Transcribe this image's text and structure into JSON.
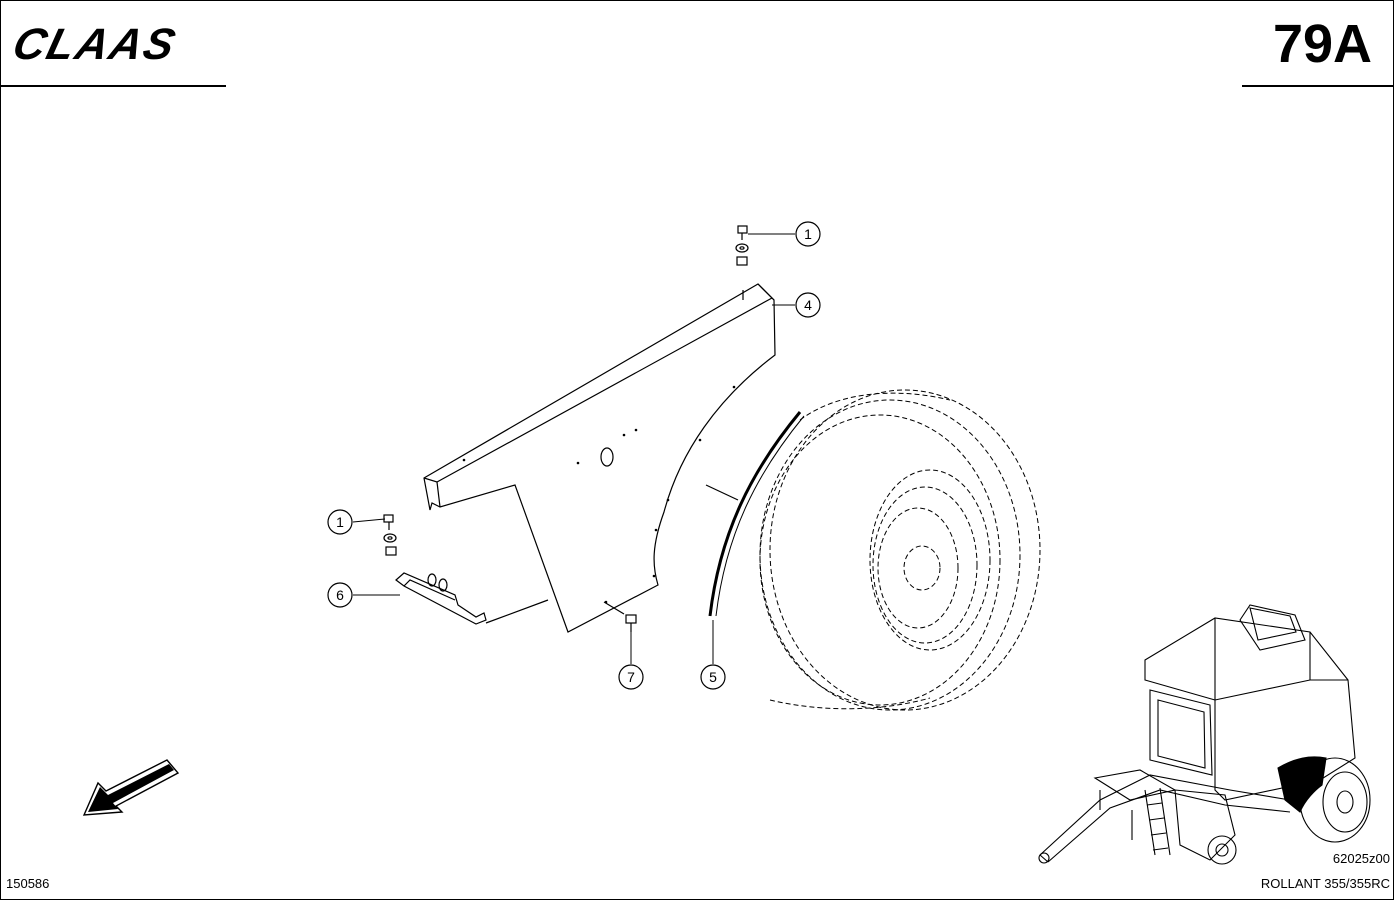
{
  "header": {
    "brand": "CLAAS",
    "page_code": "79A"
  },
  "footer": {
    "reference_number": "150586",
    "drawing_code": "62025z00",
    "model_name": "ROLLANT 355/355RC"
  },
  "callouts": {
    "c1a": "1",
    "c1b": "1",
    "c4": "4",
    "c5": "5",
    "c6": "6",
    "c7": "7"
  },
  "icons": {
    "direction": "direction-arrow-icon",
    "logo": "claas-logo"
  }
}
